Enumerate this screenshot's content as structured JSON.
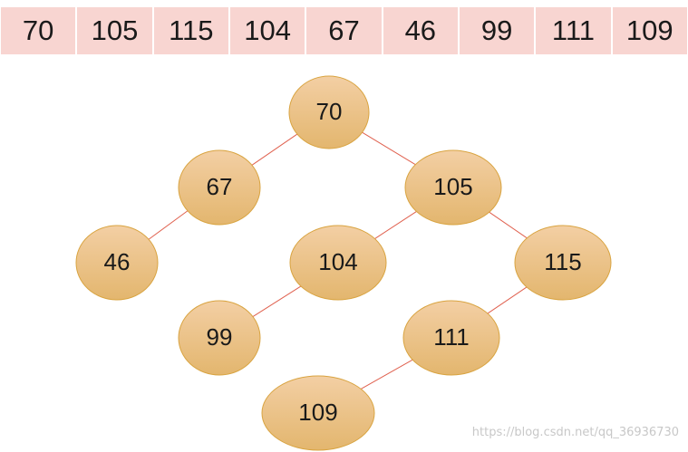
{
  "array": [
    "70",
    "105",
    "115",
    "104",
    "67",
    "46",
    "99",
    "111",
    "109"
  ],
  "colors": {
    "array_cell": "#f8d5d1",
    "node_fill_top": "#f3cfa4",
    "node_fill_bottom": "#e3b66e",
    "node_stroke": "#d9a441",
    "edge": "#e0614f"
  },
  "tree": {
    "nodes": [
      {
        "id": "n70",
        "label": "70"
      },
      {
        "id": "n67",
        "label": "67"
      },
      {
        "id": "n105",
        "label": "105"
      },
      {
        "id": "n46",
        "label": "46"
      },
      {
        "id": "n104",
        "label": "104"
      },
      {
        "id": "n115",
        "label": "115"
      },
      {
        "id": "n99",
        "label": "99"
      },
      {
        "id": "n111",
        "label": "111"
      },
      {
        "id": "n109",
        "label": "109"
      }
    ],
    "edges": [
      [
        "n70",
        "n67"
      ],
      [
        "n70",
        "n105"
      ],
      [
        "n67",
        "n46"
      ],
      [
        "n105",
        "n104"
      ],
      [
        "n105",
        "n115"
      ],
      [
        "n104",
        "n99"
      ],
      [
        "n115",
        "n111"
      ],
      [
        "n111",
        "n109"
      ]
    ]
  },
  "watermark": "https://blog.csdn.net/qq_36936730"
}
